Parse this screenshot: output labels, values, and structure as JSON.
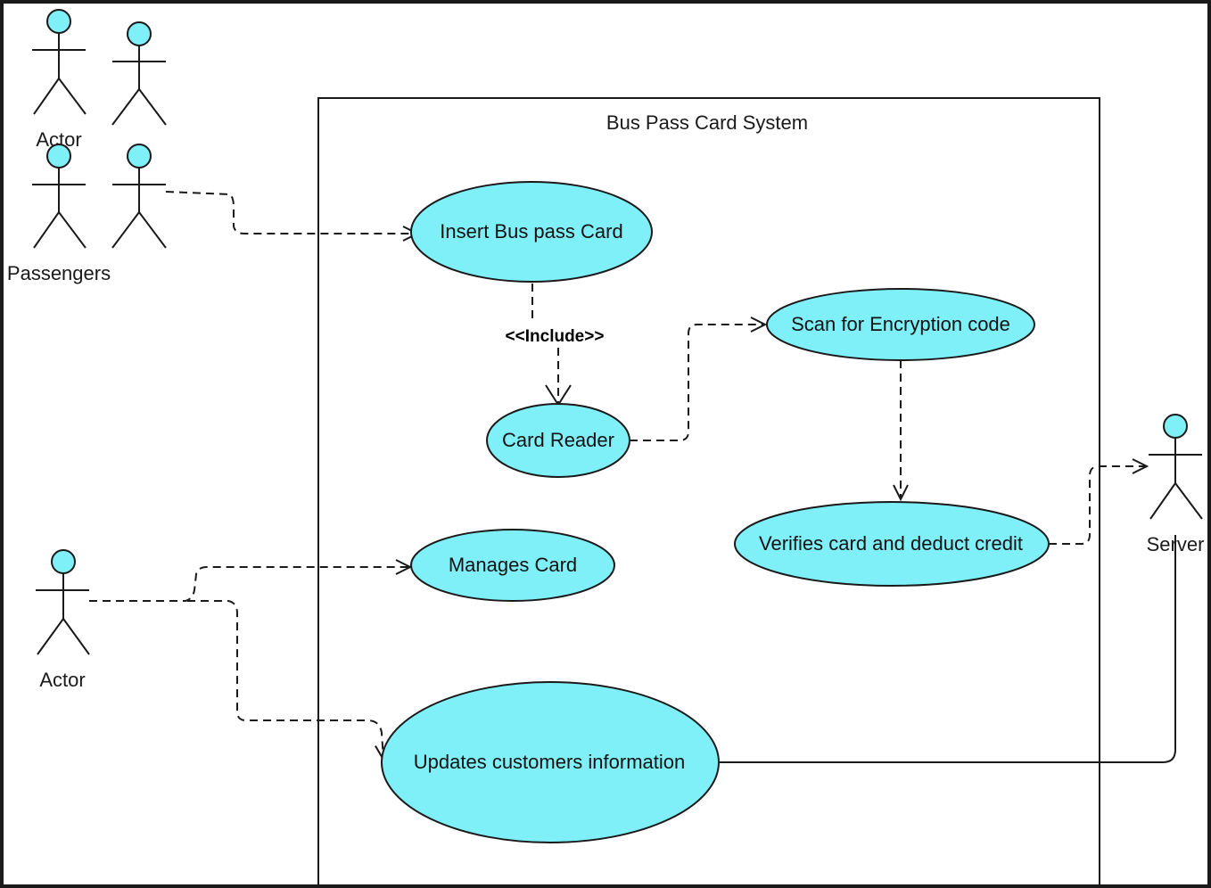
{
  "system": {
    "title": "Bus Pass Card System"
  },
  "actors": {
    "top_actor_label": "Actor",
    "passengers_label": "Passengers",
    "admin_label": "Actor",
    "server_label": "Server"
  },
  "use_cases": {
    "insert_card": "Insert Bus pass Card",
    "card_reader": "Card Reader",
    "scan_encryption": "Scan for Encryption code",
    "verify_card": "Verifies card and deduct credit",
    "manages_card": "Manages Card",
    "updates_info": "Updates customers information"
  },
  "relationships": {
    "include_label": "<<Include>>"
  },
  "colors": {
    "use_case_fill": "#7ff0f8",
    "actor_head_fill": "#7ff0f8",
    "line": "#1a1a1a",
    "border": "#1a1a1a"
  }
}
